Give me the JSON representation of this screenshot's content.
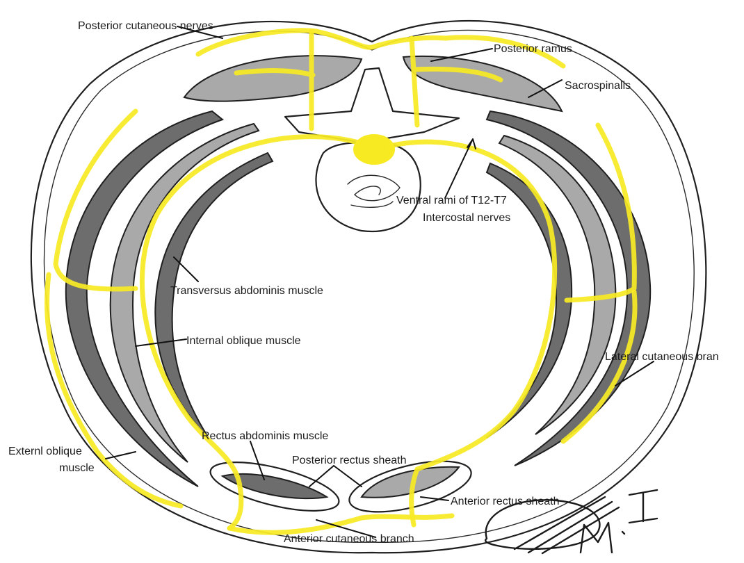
{
  "labels": {
    "posterior_cutaneous_nerves": "Posterior cutaneous nerves",
    "posterior_ramus": "Posterior ramus",
    "sacrospinalis": "Sacrospinalis",
    "ventral_rami_line1": "Ventral rami of T12-T7",
    "ventral_rami_line2": "Intercostal nerves",
    "transversus_abdominis": "Transversus abdominis muscle",
    "internal_oblique": "Internal oblique muscle",
    "lateral_cutaneous": "Lateral cutaneous bran",
    "rectus_abdominis": "Rectus abdominis muscle",
    "posterior_rectus_sheath": "Posterior rectus sheath",
    "external_oblique_line1": "Externl oblique",
    "external_oblique_line2": "muscle",
    "anterior_rectus_sheath": "Anterior  rectus sheath",
    "anterior_cutaneous_branch": "Anterior cutaneous branch"
  },
  "signature": "M.I",
  "colors": {
    "nerve": "#f7ea23",
    "outline": "#1f1f1f",
    "muscle_dark": "#6d6d6d",
    "muscle_mid": "#a9a9a9",
    "background": "#ffffff"
  }
}
